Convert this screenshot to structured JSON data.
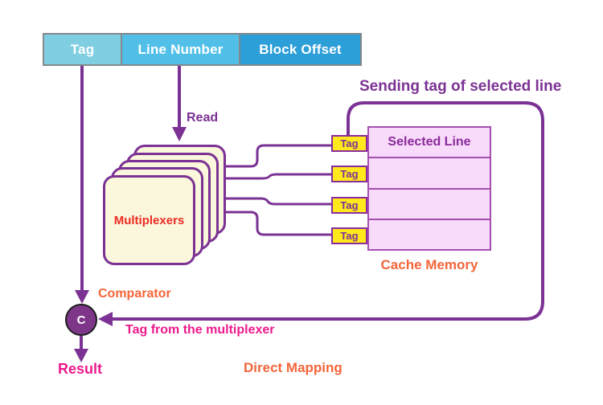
{
  "address": {
    "fields": [
      {
        "label": "Tag",
        "color": "#7FCEE2"
      },
      {
        "label": "Line Number",
        "color": "#51BFE8"
      },
      {
        "label": "Block Offset",
        "color": "#2C9ED8"
      }
    ]
  },
  "labels": {
    "read": "Read",
    "multiplexers": "Multiplexers",
    "sending_tag": "Sending tag of selected line",
    "selected_line": "Selected Line",
    "cache_memory": "Cache Memory",
    "comparator": "Comparator",
    "comparator_symbol": "C",
    "tag_from_multiplexer": "Tag from the multiplexer",
    "result": "Result",
    "direct_mapping": "Direct Mapping"
  },
  "cache": {
    "tag_label": "Tag",
    "rows": 4,
    "tag_boxes": 4
  },
  "colors": {
    "wire_purple": "#7B3294",
    "label_orange": "#F3653A",
    "label_magenta": "#EC1A8C",
    "mux_text_red": "#EE2B24",
    "tag_yellow": "#FFE81C",
    "cache_pink": "#F8DAFA",
    "cache_border": "#A44FB0",
    "mux_cream": "#FBF7DC",
    "comparator_fill": "#7E3689",
    "address_border_gray": "#85898D"
  }
}
